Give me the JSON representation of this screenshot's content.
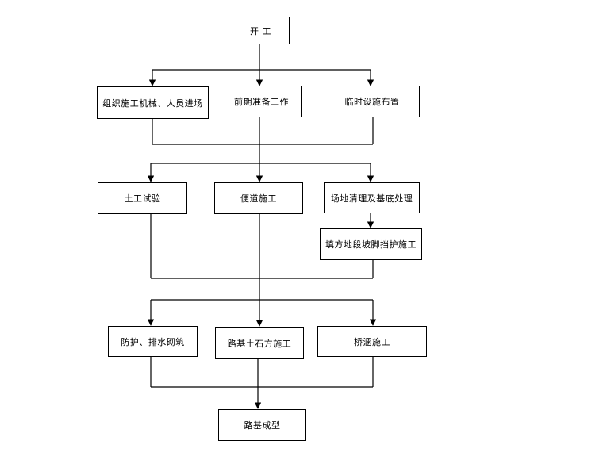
{
  "diagram": {
    "title": "",
    "nodes": {
      "start": "开 工",
      "org": "组织施工机械、人员进场",
      "prep": "前期准备工作",
      "temp": "临时设施布置",
      "soiltest": "土工试验",
      "access": "便道施工",
      "clearing": "场地清理及基底处理",
      "fillslope": "填方地段坡脚挡护施工",
      "protect": "防护、排水砌筑",
      "earthwork": "路基土石方施工",
      "bridge": "桥涵施工",
      "finish": "路基成型"
    },
    "edges": [
      [
        "start",
        "org"
      ],
      [
        "start",
        "prep"
      ],
      [
        "start",
        "temp"
      ],
      [
        "org",
        "soiltest"
      ],
      [
        "prep",
        "access"
      ],
      [
        "temp",
        "clearing"
      ],
      [
        "clearing",
        "fillslope"
      ],
      [
        "soiltest",
        "protect"
      ],
      [
        "access",
        "earthwork"
      ],
      [
        "fillslope",
        "bridge"
      ],
      [
        "protect",
        "finish"
      ],
      [
        "earthwork",
        "finish"
      ],
      [
        "bridge",
        "finish"
      ]
    ]
  },
  "colors": {
    "line": "#000000",
    "box_border": "#000000",
    "background": "#ffffff"
  }
}
